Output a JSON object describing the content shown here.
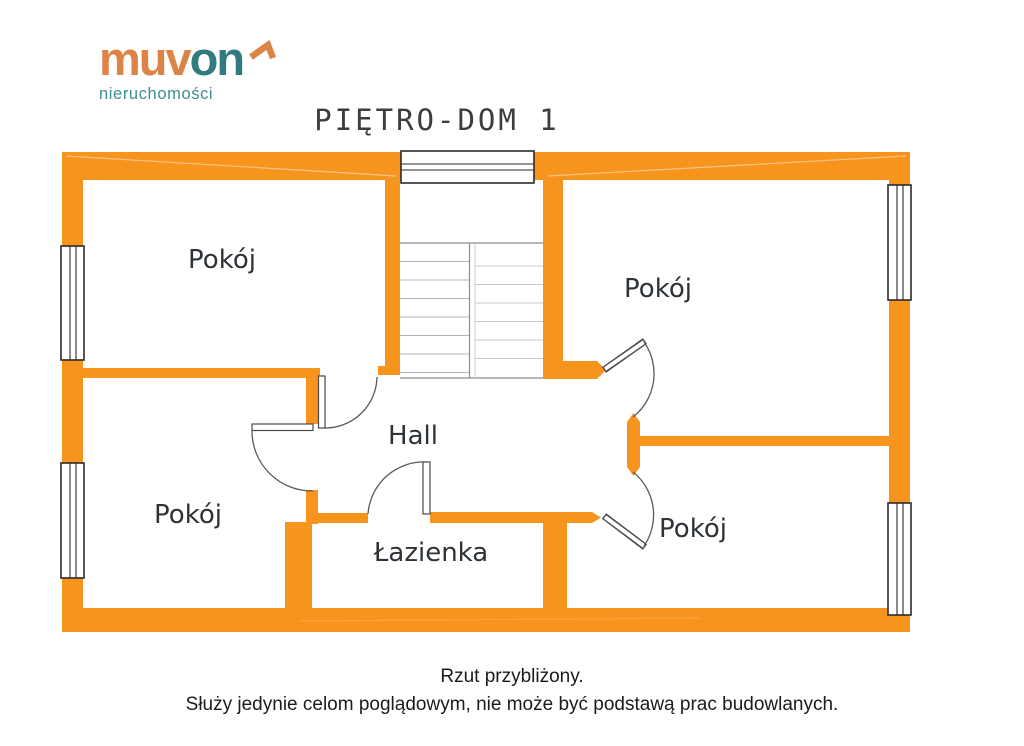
{
  "logo": {
    "part1": "muv",
    "part2": "on",
    "subtitle": "nieruchomości",
    "orange": "#DC8345",
    "teal": "#2F7B7D",
    "subtitle_color": "#3F8E8F"
  },
  "title": "PIĘTRO-DOM 1",
  "plan": {
    "wall_color": "#F7941E",
    "rooms": [
      {
        "id": "room-top-left",
        "label": "Pokój"
      },
      {
        "id": "room-top-right",
        "label": "Pokój"
      },
      {
        "id": "room-bottom-left",
        "label": "Pokój"
      },
      {
        "id": "room-bottom-right",
        "label": "Pokój"
      },
      {
        "id": "hall",
        "label": "Hall"
      },
      {
        "id": "bathroom",
        "label": "Łazienka"
      }
    ]
  },
  "footer": {
    "line1": "Rzut przybliżony.",
    "line2": "Służy jedynie celom poglądowym, nie może być podstawą prac budowlanych."
  }
}
